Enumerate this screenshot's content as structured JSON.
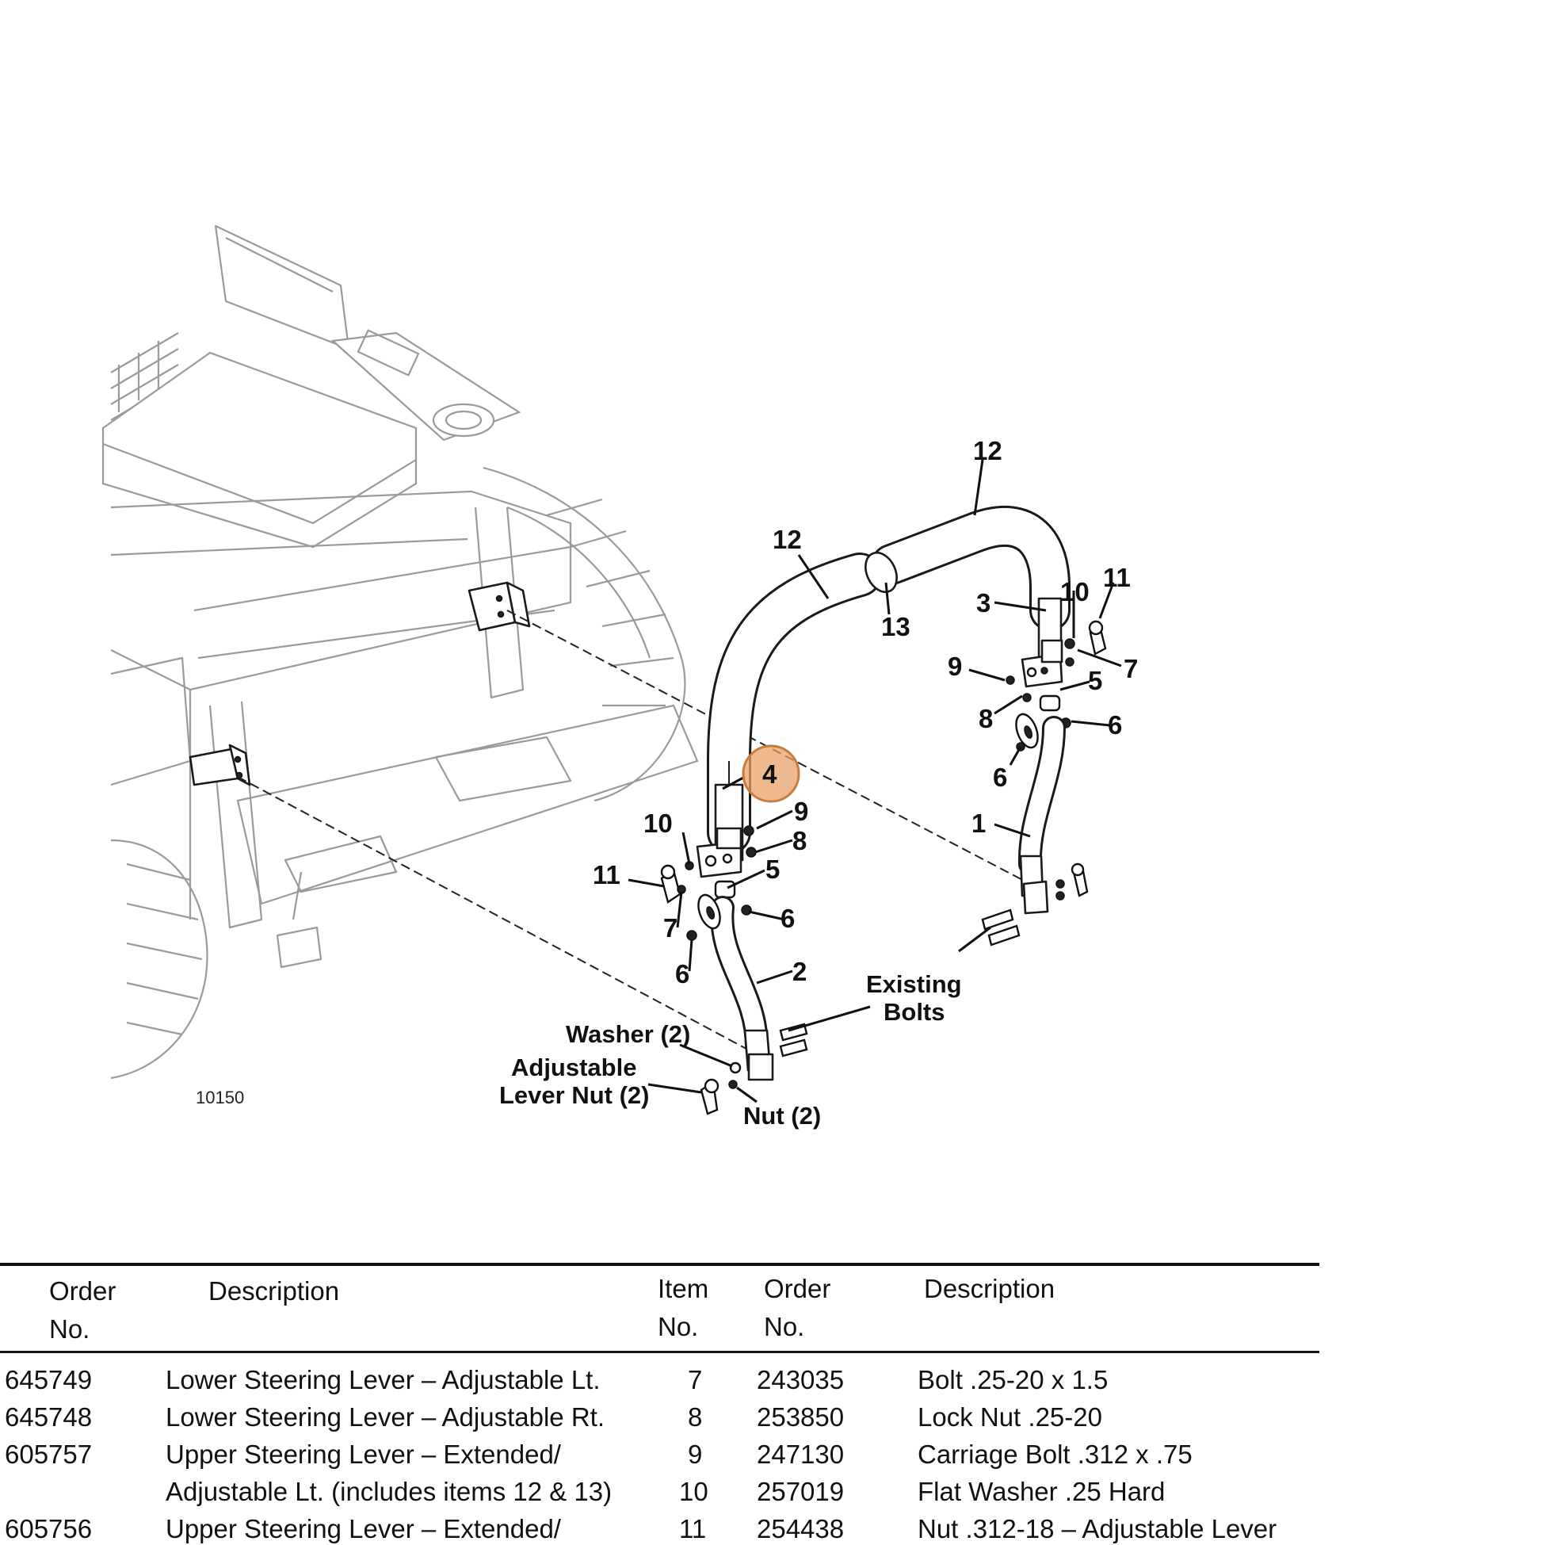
{
  "figure": {
    "figure_number": "10150",
    "callouts": {
      "c12a": "12",
      "c12b": "12",
      "c13": "13",
      "c3": "3",
      "c10r": "10",
      "c11r": "11",
      "c9r": "9",
      "c7r": "7",
      "c5r": "5",
      "c8r": "8",
      "c6ra": "6",
      "c6rb": "6",
      "c1": "1",
      "c4": "4",
      "c9l": "9",
      "c10l": "10",
      "c8l": "8",
      "c11l": "11",
      "c5l": "5",
      "c7l": "7",
      "c6la": "6",
      "c6lb": "6",
      "c2": "2"
    },
    "labels": {
      "existing_bolts_1": "Existing",
      "existing_bolts_2": "Bolts",
      "washer": "Washer (2)",
      "adj_nut_1": "Adjustable",
      "adj_nut_2": "Lever Nut (2)",
      "nut": "Nut (2)"
    },
    "highlight_color": "#e8a26a"
  },
  "table": {
    "headers": {
      "order_no_1": "Order",
      "order_no_2": "No.",
      "description_1": "Description",
      "item_no_1": "Item",
      "item_no_2": "No.",
      "order_no_b1": "Order",
      "order_no_b2": "No.",
      "description_b": "Description"
    },
    "rows": [
      {
        "order_left": "645749",
        "desc_left": "Lower Steering Lever – Adjustable Lt.",
        "item": "7",
        "order_right": "243035",
        "desc_right": "Bolt .25-20 x 1.5"
      },
      {
        "order_left": "645748",
        "desc_left": "Lower Steering Lever – Adjustable Rt.",
        "item": "8",
        "order_right": "253850",
        "desc_right": "Lock Nut .25-20"
      },
      {
        "order_left": "605757",
        "desc_left": "Upper Steering Lever – Extended/",
        "item": "9",
        "order_right": "247130",
        "desc_right": "Carriage Bolt .312 x .75"
      },
      {
        "order_left": "",
        "desc_left": "Adjustable Lt. (includes items 12 & 13)",
        "item": "10",
        "order_right": "257019",
        "desc_right": "Flat Washer .25 Hard"
      },
      {
        "order_left": "605756",
        "desc_left": "Upper Steering Lever – Extended/",
        "item": "11",
        "order_right": "254438",
        "desc_right": "Nut .312-18 – Adjustable Lever"
      }
    ]
  }
}
